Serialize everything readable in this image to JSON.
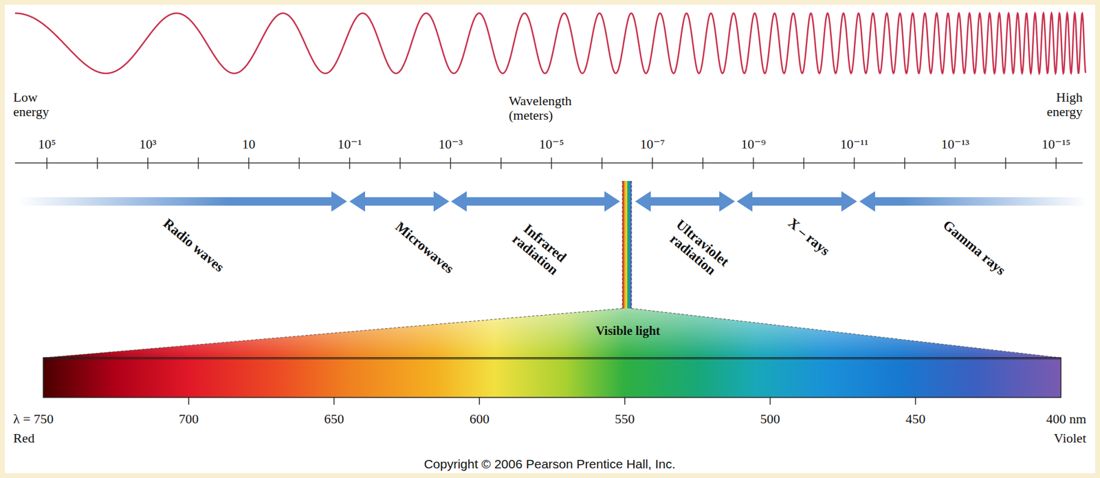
{
  "diagram": {
    "labels": [
      "Low energy",
      "Wavelength (meters)",
      "High energy",
      "10⁵",
      "10³",
      "10",
      "10⁻¹",
      "10⁻³",
      "10⁻⁵",
      "10⁻⁷",
      "10⁻⁹",
      "10⁻¹¹",
      "10⁻¹³",
      "10⁻¹⁵",
      "Radio waves",
      "Microwaves",
      "Infrared radiation",
      "Ultraviolet radiation",
      "X – rays",
      "Gamma rays",
      "Visible light",
      "λ = 750",
      "700",
      "650",
      "600",
      "550",
      "500",
      "450",
      "400 nm",
      "Red",
      "Violet",
      "Copyright © 2006 Pearson Prentice Hall, Inc."
    ]
  }
}
